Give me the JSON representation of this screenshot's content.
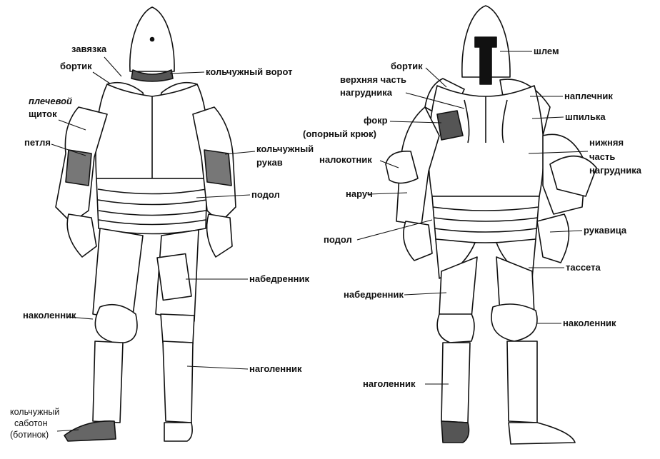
{
  "figures": {
    "back": {
      "labels": {
        "tie": "завязка",
        "rim": "бортик",
        "shoulder_guard_line1": "плечевой",
        "shoulder_guard_line2": "щиток",
        "loop": "петля",
        "mail_collar": "кольчужный ворот",
        "mail_sleeve_line1": "кольчужный",
        "mail_sleeve_line2": "рукав",
        "skirt": "подол",
        "cuisse": "набедренник",
        "knee": "наколенник",
        "greave": "наголенник",
        "sabaton_line1": "кольчужный",
        "sabaton_line2": "саботон",
        "sabaton_line3": "(ботинок)"
      }
    },
    "front": {
      "labels": {
        "helmet": "шлем",
        "rim": "бортик",
        "breastplate_upper_line1": "верхняя часть",
        "breastplate_upper_line2": "нагрудника",
        "pauldron": "наплечник",
        "pin": "шпилька",
        "lance_rest_line1": "фокр",
        "lance_rest_line2": "(опорный крюк)",
        "breastplate_lower_line1": "нижняя",
        "breastplate_lower_line2": "часть",
        "breastplate_lower_line3": "нагрудника",
        "couter": "налокотник",
        "vambrace": "наруч",
        "gauntlet": "рукавица",
        "skirt": "подол",
        "tasset": "тассета",
        "cuisse": "набедренник",
        "knee": "наколенник",
        "greave": "наголенник"
      }
    }
  }
}
